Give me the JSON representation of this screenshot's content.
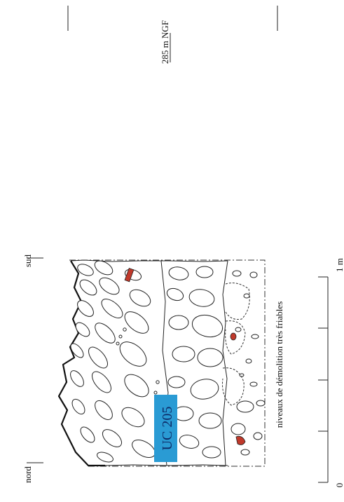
{
  "labels": {
    "elevation": "285 m NGF",
    "north": "nord",
    "south": "sud",
    "unit_label": "UC 205",
    "caption": "niveaux de démolition très friables",
    "scale_start": "0",
    "scale_end": "1 m"
  },
  "colors": {
    "unit_label_background": "#2a9bd4",
    "unit_label_text": "#0d2a66",
    "brick_fill": "#c0392b",
    "line": "#222222"
  }
}
